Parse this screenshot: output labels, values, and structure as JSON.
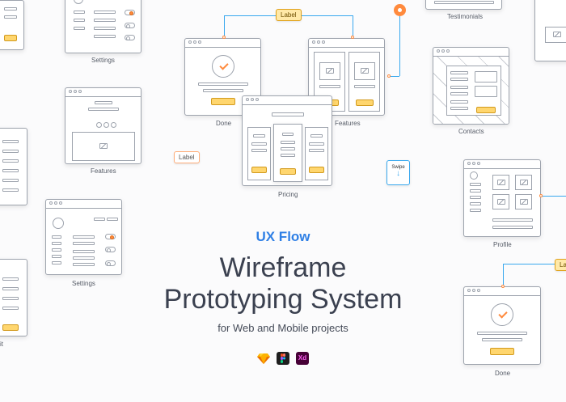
{
  "brand": "UX Flow",
  "title_line1": "Wireframe",
  "title_line2": "Prototyping System",
  "subtitle": "for Web and Mobile projects",
  "apps": [
    {
      "name": "sketch-icon",
      "color": "#fdb300"
    },
    {
      "name": "figma-icon",
      "color": "#1e1e1e"
    },
    {
      "name": "xd-icon",
      "label": "Xd",
      "color": "#470137",
      "accent": "#ff61f6"
    }
  ],
  "captions": {
    "settings_top": "Settings",
    "done_top": "Done",
    "features_top": "Features",
    "testimonials": "Testimonials",
    "contacts": "Contacts",
    "features_left": "Features",
    "pricing": "Pricing",
    "settings_mid": "Settings",
    "profile": "Profile",
    "done_bottom": "Done",
    "edit_partial": "it"
  },
  "tags": {
    "label_top": "Label",
    "label_left": "Label",
    "label_right_partial": "La",
    "swipe": "Swipe",
    "swipe_arrow": "↓"
  },
  "colors": {
    "accent_blue": "#2e7fe5",
    "connector": "#39a8ee",
    "button_fill": "#ffd66e",
    "orange": "#ff8a3d"
  }
}
